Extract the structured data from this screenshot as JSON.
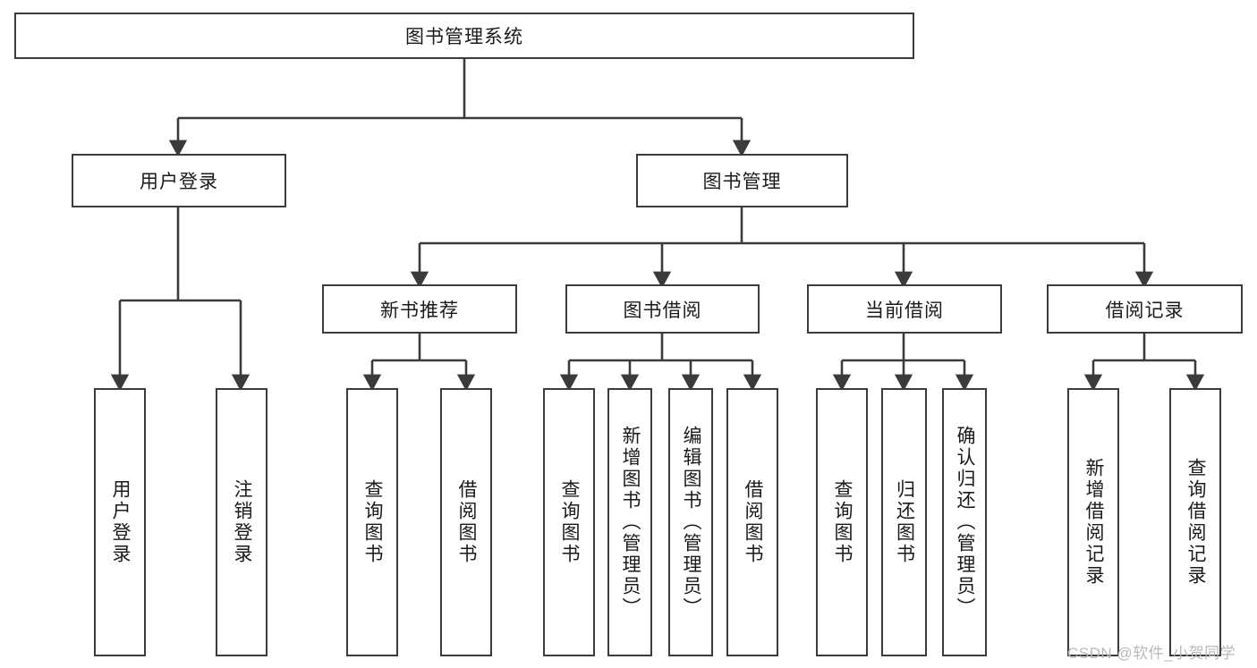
{
  "diagram": {
    "title": "图书管理系统",
    "type": "tree-hierarchy-diagram",
    "colors": {
      "stroke": "#3b3b3b",
      "fill": "#ffffff",
      "text": "#1a1a1a",
      "watermark": "#b9b9b9"
    },
    "levels": {
      "root": {
        "label": "图书管理系统"
      },
      "level2": [
        {
          "label": "用户登录"
        },
        {
          "label": "图书管理"
        }
      ],
      "level3": [
        {
          "label": "新书推荐"
        },
        {
          "label": "图书借阅"
        },
        {
          "label": "当前借阅"
        },
        {
          "label": "借阅记录"
        }
      ],
      "leaves": [
        {
          "label": "用户登录",
          "parent": "用户登录"
        },
        {
          "label": "注销登录",
          "parent": "用户登录"
        },
        {
          "label": "查询图书",
          "parent": "新书推荐"
        },
        {
          "label": "借阅图书",
          "parent": "新书推荐"
        },
        {
          "label": "查询图书",
          "parent": "图书借阅"
        },
        {
          "label": "新增图书（管理员）",
          "parent": "图书借阅"
        },
        {
          "label": "编辑图书（管理员）",
          "parent": "图书借阅"
        },
        {
          "label": "借阅图书",
          "parent": "图书借阅"
        },
        {
          "label": "查询图书",
          "parent": "当前借阅"
        },
        {
          "label": "归还图书",
          "parent": "当前借阅"
        },
        {
          "label": "确认归还（管理员）",
          "parent": "当前借阅"
        },
        {
          "label": "新增借阅记录",
          "parent": "借阅记录"
        },
        {
          "label": "查询借阅记录",
          "parent": "借阅记录"
        }
      ]
    },
    "watermark": "CSDN @软件_小贺同学"
  }
}
